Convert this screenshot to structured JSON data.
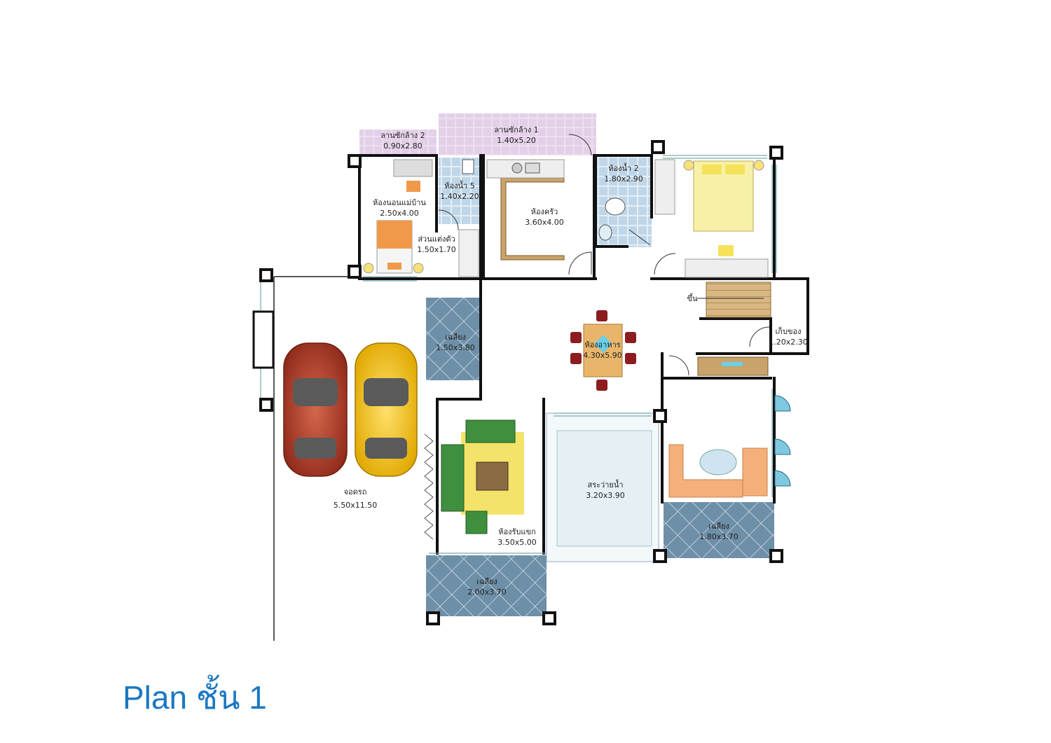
{
  "title": "Plan ชั้น 1",
  "rooms": {
    "laundry2": {
      "name": "ลานซักล้าง 2",
      "size": "0.90x2.80"
    },
    "laundry1": {
      "name": "ลานซักล้าง 1",
      "size": "1.40x5.20"
    },
    "bath2": {
      "name": "ห้องน้ำ 2",
      "size": "1.80x2.90"
    },
    "maid": {
      "name": "ห้องนอนแม่บ้าน",
      "size": "2.50x4.00"
    },
    "bath5": {
      "name": "ห้องน้ำ 5",
      "size": "1.40x2.20"
    },
    "dressing": {
      "name": "ส่วนแต่งตัว",
      "size": "1.50x1.70"
    },
    "kitchen": {
      "name": "ห้องครัว",
      "size": "3.60x4.00"
    },
    "up": {
      "name": "ขึ้น"
    },
    "storage": {
      "name": "เก็บของ",
      "size": "1.20x2.30"
    },
    "terrace_left": {
      "name": "เฉลียง",
      "size": "1.50x3.80"
    },
    "dining": {
      "name": "ห้องอาหาร",
      "size": "4.30x5.90"
    },
    "garage": {
      "name": "จอดรถ",
      "size": "5.50x11.50"
    },
    "pool": {
      "name": "สระว่ายน้ำ",
      "size": "3.20x3.90"
    },
    "living": {
      "name": "ห้องรับแขก",
      "size": "3.50x5.00"
    },
    "terrace_right": {
      "name": "เฉลียง",
      "size": "1.80x3.70"
    },
    "terrace_bottom": {
      "name": "เฉลียง",
      "size": "2.00x3.70"
    }
  },
  "colors": {
    "title": "#1a78c2",
    "wall": "#111111",
    "tile": "#e6d8ea",
    "bath_tile": "#c8dcea",
    "terrace": "#6e8fa8",
    "pool": "#e7f1f5",
    "wood": "#c9a36b",
    "rug": "#f4e36a",
    "sofa_green": "#3f8f3e",
    "sofa_orange": "#f5b07a",
    "car_red": "#b5402a",
    "car_yellow": "#f2c21b",
    "dining_chair": "#8c1c20"
  }
}
